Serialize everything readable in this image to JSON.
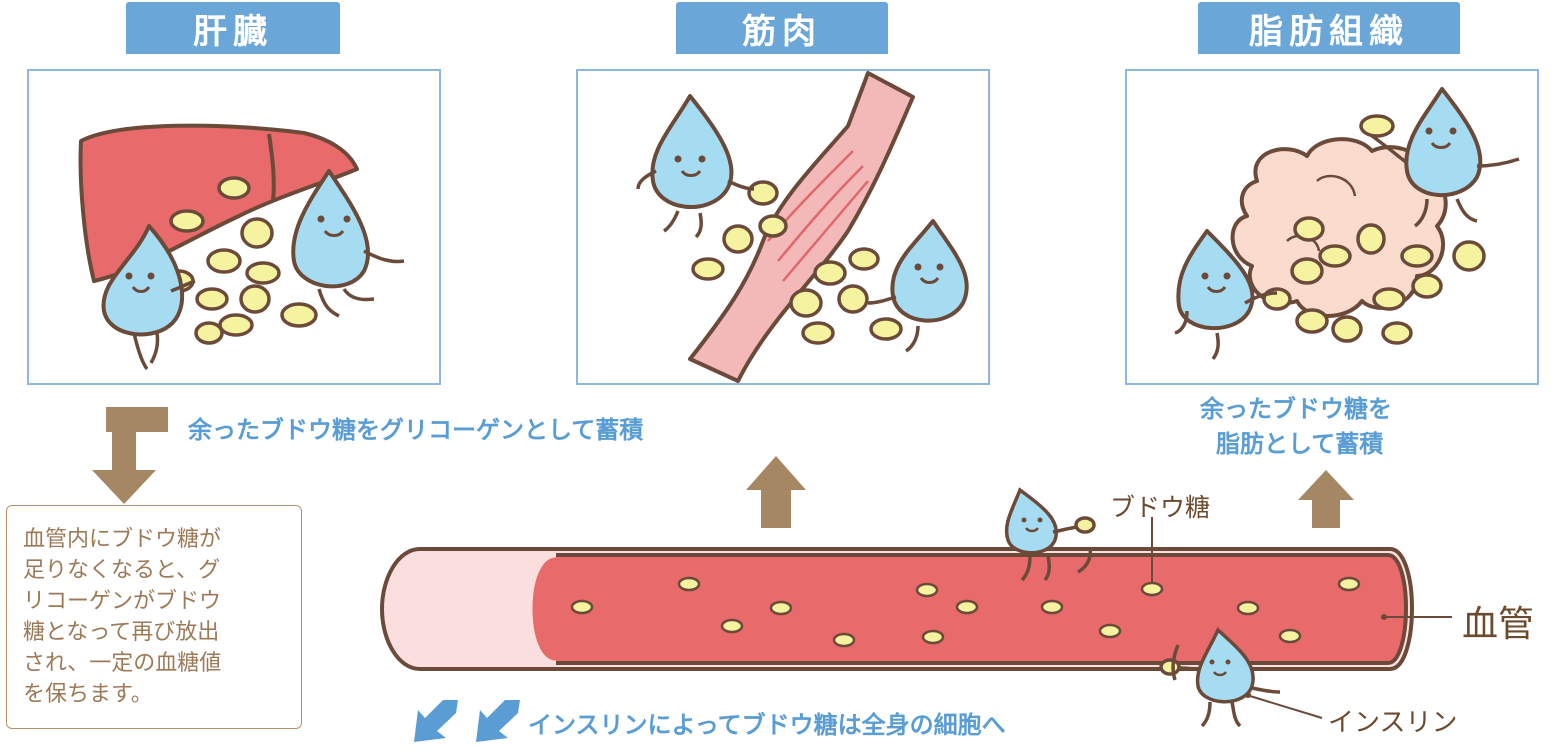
{
  "sections": [
    {
      "title": "肝臓"
    },
    {
      "title": "筋肉"
    },
    {
      "title": "脂肪組織"
    }
  ],
  "captions": {
    "glycogen": "余ったブドウ糖をグリコーゲンとして蓄積",
    "fat_line1": "余ったブドウ糖を",
    "fat_line2": "脂肪として蓄積",
    "insulin_flow": "インスリンによってブドウ糖は全身の細胞へ"
  },
  "note": "血管内にブドウ糖が\n足りなくなると、グ\nリコーゲンがブドウ\n糖となって再び放出\nされ、一定の血糖値\nを保ちます。",
  "labels": {
    "glucose": "ブドウ糖",
    "blood_vessel": "血管",
    "insulin": "インスリン"
  },
  "colors": {
    "accent_blue": "#6aa6d8",
    "arrow_brown": "#a58763",
    "blood_red": "#e96a6a",
    "glucose_yellow": "#f5f2a0",
    "drop_blue": "#a6dcf2",
    "outline_brown": "#6b4a3a"
  }
}
